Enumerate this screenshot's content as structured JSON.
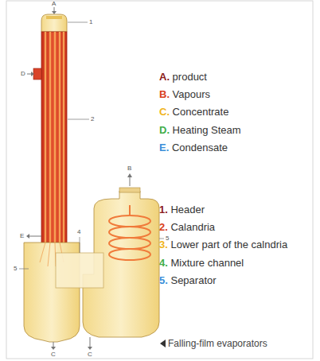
{
  "diagram": {
    "labels": [
      "A",
      "1",
      "D",
      "2",
      "E",
      "4",
      "5",
      "B",
      "5",
      "C",
      "C",
      "A. product",
      "B. Vapours",
      "C. Concentrate",
      "D. Heating Steam",
      "E. Condensate",
      "1. Header",
      "2. Calandria",
      "3. Lower part of the calndria",
      "4. Mixture channel",
      "5. Separator",
      "Falling-film evaporators"
    ]
  }
}
